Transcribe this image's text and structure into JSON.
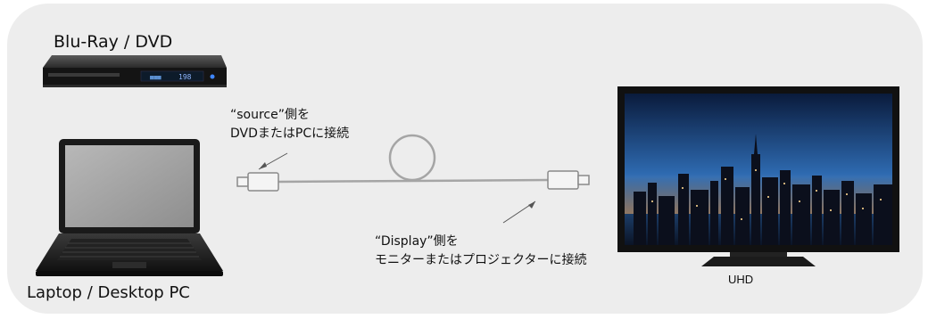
{
  "devices": {
    "bluray_label": "Blu-Ray / DVD",
    "laptop_label": "Laptop / Desktop PC",
    "display_label": "UHD"
  },
  "player_screen": {
    "left_text": "■■■",
    "right_text": "198"
  },
  "notes": {
    "source": [
      "“source”側を",
      "DVDまたはPCに接続"
    ],
    "display": [
      "“Display”側を",
      "モニターまたはプロジェクターに接続"
    ]
  },
  "colors": {
    "panel_bg": "#ededed",
    "cable": "#9a9a9a",
    "device_dark": "#1c1c1c",
    "display_glow": "#2f6db5"
  }
}
